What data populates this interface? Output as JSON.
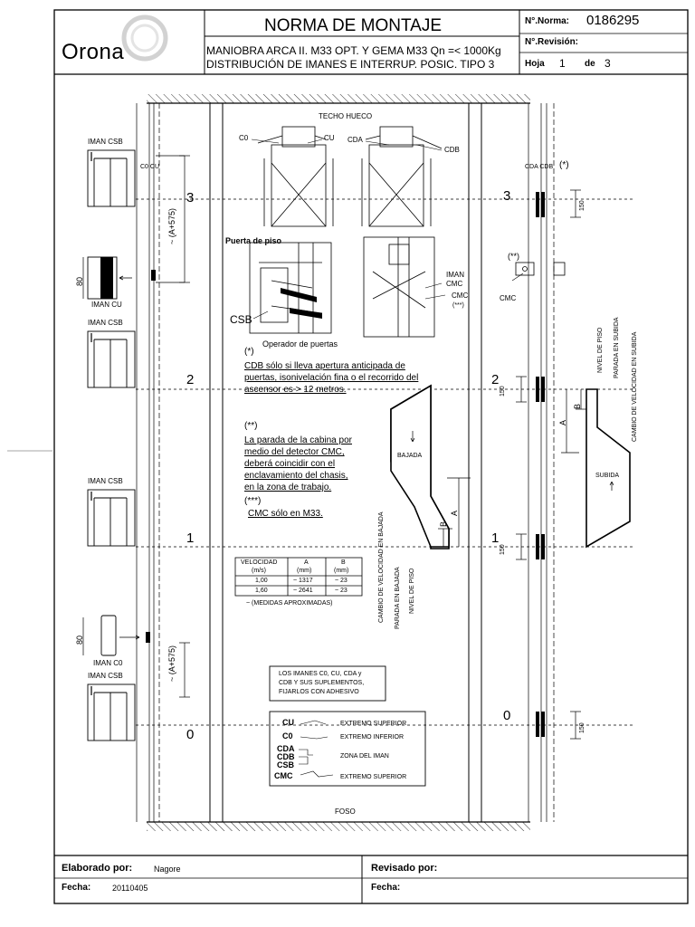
{
  "header": {
    "brand": "Orona",
    "title": "NORMA DE MONTAJE",
    "subtitle1": "MANIOBRA ARCA II. M33 OPT. Y GEMA M33 Qn =< 1000Kg",
    "subtitle2": "DISTRIBUCIÓN DE IMANES E INTERRUP. POSIC. TIPO 3",
    "norma_label": "N°.Norma:",
    "norma_value": "0186295",
    "revision_label": "N°.Revisión:",
    "revision_value": "",
    "hoja_label": "Hoja",
    "hoja_value": "1",
    "de_label": "de",
    "de_value": "3"
  },
  "drawing": {
    "techo": "TECHO HUECO",
    "foso": "FOSO",
    "floors": [
      "3",
      "2",
      "1",
      "0"
    ],
    "iman_csb": "IMAN CSB",
    "iman_cu": "IMAN CU",
    "iman_c0": "IMAN C0",
    "dim_80": "80",
    "dim_a575": "~ (A+575)",
    "c0": "C0",
    "cu": "CU",
    "cda": "CDA",
    "cdb": "CDB",
    "c0cu": "C0  CU",
    "cda_cdb": "CDA  CDB",
    "star1": "(*)",
    "star2": "(**)",
    "star3": "(***)",
    "puerta_piso": "Puerta de piso",
    "csb": "CSB",
    "operador": "Operador de puertas",
    "iman_label": "IMAN",
    "cmc": "CMC",
    "dim_150": "150",
    "note1_mark": "(*)",
    "note1": [
      "CDB sólo si lleva apertura anticipada de",
      "puertas, isonivelación fina o el recorrido del",
      "ascensor es > 12 metros."
    ],
    "note2_mark": "(**)",
    "note2": [
      "La parada de la cabina por",
      "medio del detector CMC,",
      "deberá coincidir con el",
      "enclavamiento del chasis,",
      "en la zona de trabajo."
    ],
    "note3_mark": "(***)",
    "note3": "CMC sólo en M33.",
    "bajada": "BAJADA",
    "subida": "SUBIDA",
    "dim_a": "A",
    "dim_b": "B",
    "cambio_bajada": "CAMBIO DE VELOCIDAD EN BAJADA",
    "parada_bajada": "PARADA EN BAJADA",
    "nivel_piso": "NIVEL DE PISO",
    "cambio_subida": "CAMBIO DE VELOCIDAD EN SUBIDA",
    "parada_subida": "PARADA EN SUBIDA",
    "table": {
      "headers": [
        [
          "VELOCIDAD",
          "(m/s)"
        ],
        [
          "A",
          "(mm)"
        ],
        [
          "B",
          "(mm)"
        ]
      ],
      "rows": [
        [
          "1,00",
          "~ 1317",
          "~ 23"
        ],
        [
          "1,60",
          "~ 2641",
          "~ 23"
        ]
      ],
      "footnote": "~ (MEDIDAS APROXIMADAS)"
    },
    "box_note": [
      "LOS IMANES C0, CU, CDA y",
      "CDB Y SUS SUPLEMENTOS,",
      "FIJARLOS CON ADHESIVO"
    ],
    "legend": [
      {
        "code": "CU",
        "desc": "EXTREMO SUPERIOR"
      },
      {
        "code": "C0",
        "desc": "EXTREMO INFERIOR"
      },
      {
        "code": "CDA",
        "desc": ""
      },
      {
        "code": "CDB",
        "desc": "ZONA DEL IMAN"
      },
      {
        "code": "CSB",
        "desc": ""
      },
      {
        "code": "CMC",
        "desc": "EXTREMO SUPERIOR"
      }
    ]
  },
  "footer": {
    "elaborado_label": "Elaborado por:",
    "elaborado_value": "Nagore",
    "revisado_label": "Revisado por:",
    "revisado_value": "",
    "fecha_label": "Fecha:",
    "fecha_value": "20110405",
    "fecha2_label": "Fecha:",
    "fecha2_value": ""
  }
}
